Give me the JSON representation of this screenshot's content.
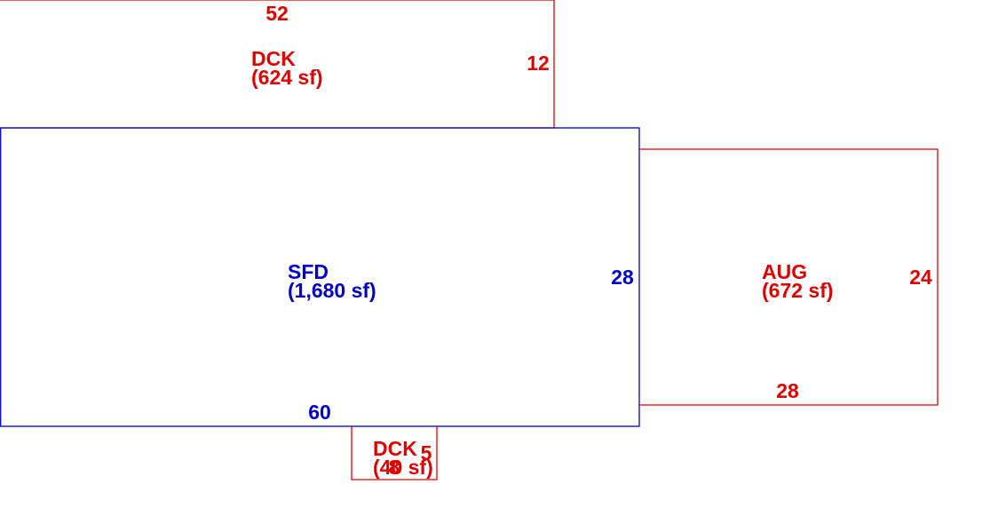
{
  "colors": {
    "dwelling": "#0000c8",
    "addition": "#e00000"
  },
  "sketch": {
    "areas": [
      {
        "code": "DCK",
        "area_text": "(624 sf)",
        "dims": {
          "top": "52",
          "right": "12"
        }
      },
      {
        "code": "SFD",
        "area_text": "(1,680 sf)",
        "dims": {
          "right": "28",
          "bottom": "60"
        }
      },
      {
        "code": "AUG",
        "area_text": "(672 sf)",
        "dims": {
          "right": "24",
          "bottom": "28"
        }
      },
      {
        "code": "DCK",
        "area_text": "(40 sf)",
        "dims": {
          "right": "5",
          "bottom": "8"
        }
      }
    ]
  }
}
